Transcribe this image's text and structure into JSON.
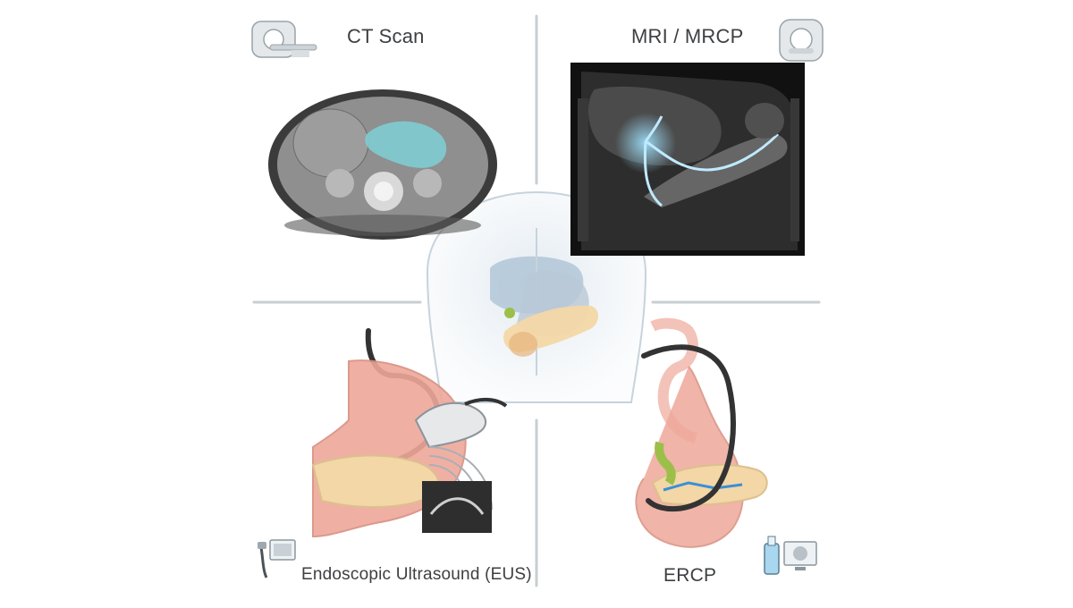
{
  "panels": {
    "ct": {
      "label": "CT Scan",
      "icon": "ct-scanner-icon"
    },
    "mri": {
      "label": "MRI / MRCP",
      "icon": "mri-scanner-icon"
    },
    "eus": {
      "label": "Endoscopic Ultrasound (EUS)",
      "icon": "endoscope-monitor-icon"
    },
    "ercp": {
      "label": "ERCP",
      "icon": "contrast-bottle-monitor-icon"
    }
  },
  "colors": {
    "divider": "#c9ced2",
    "pancreas": "#f3d7a6",
    "stomach": "#eea89a",
    "pancreatic-highlight": "#7fd0d6",
    "contrast": "#3b8fd6",
    "liver": "#9fb8cc",
    "gallbladder": "#9cbf4a"
  }
}
